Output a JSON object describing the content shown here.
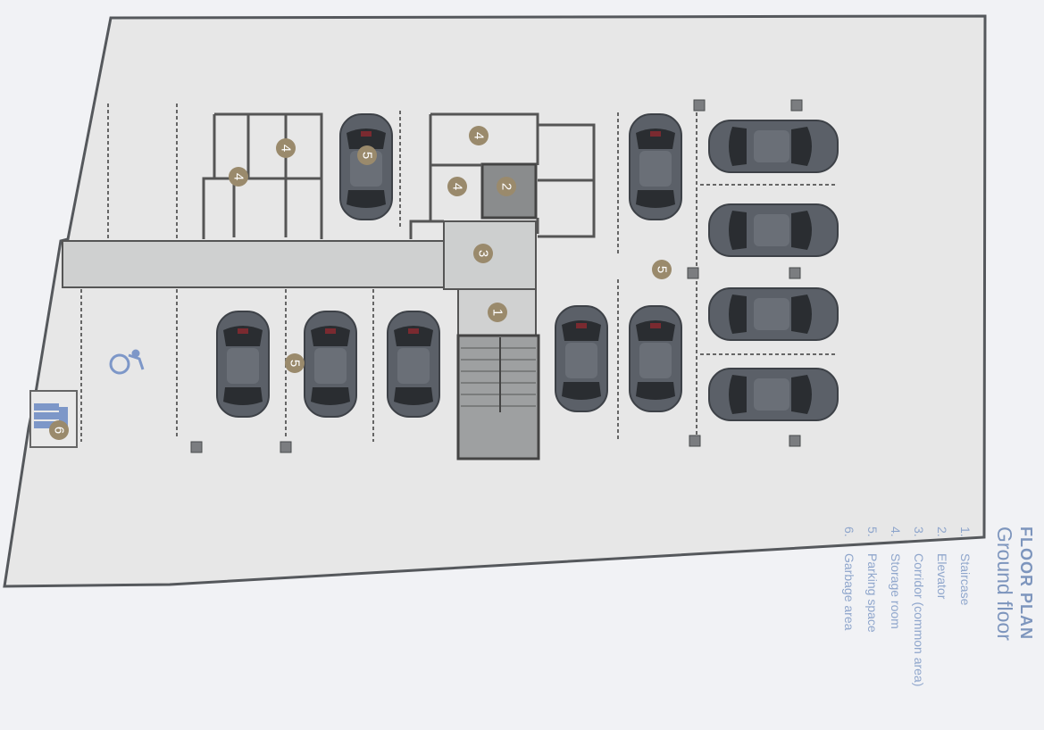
{
  "title": "FLOOR PLAN",
  "subtitle": "Ground floor",
  "legend": [
    {
      "num": "1.",
      "label": "Staircase"
    },
    {
      "num": "2.",
      "label": "Elevator"
    },
    {
      "num": "3.",
      "label": "Corridor (common area)"
    },
    {
      "num": "4.",
      "label": "Storage room"
    },
    {
      "num": "5.",
      "label": "Parking space"
    },
    {
      "num": "6.",
      "label": "Garbage area"
    }
  ],
  "markers": {
    "staircase": "1",
    "elevator": "2",
    "corridor": "3",
    "storage": "4",
    "parking": "5",
    "garbage": "6"
  },
  "icons": [
    "wheelchair-icon",
    "garbage-bin-icon"
  ],
  "colors": {
    "marker": "#9a8a6c",
    "legend_text": "#8fa6cc",
    "title": "#7d95bd",
    "car_body": "#5a5f66"
  }
}
